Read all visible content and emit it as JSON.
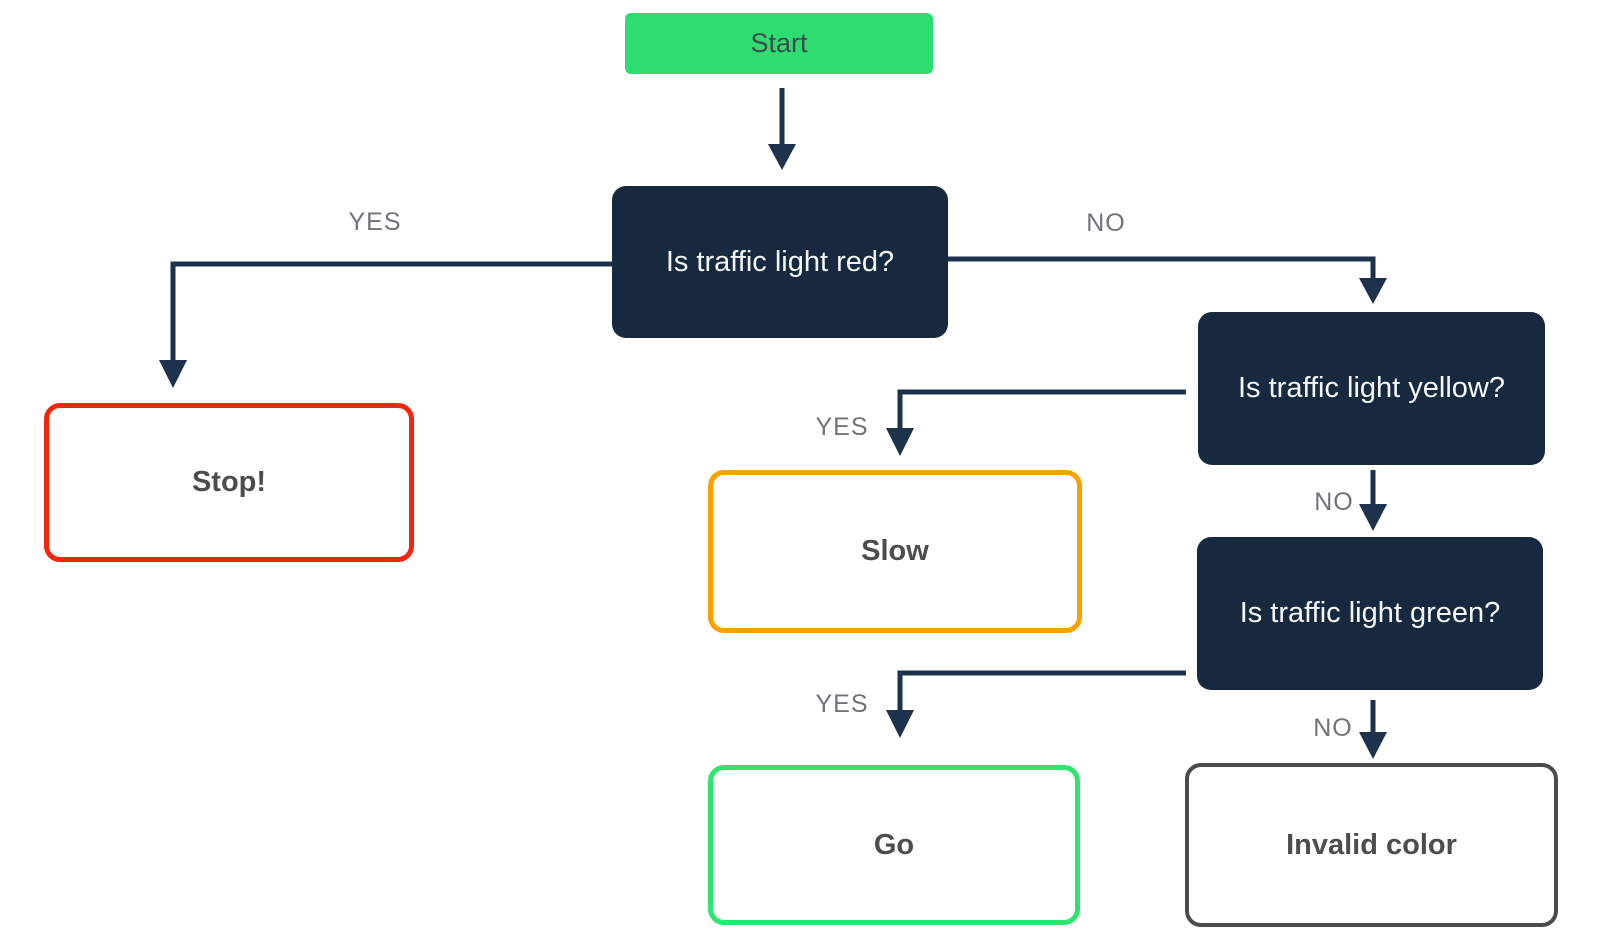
{
  "diagram": {
    "type": "flowchart",
    "nodes": {
      "start": {
        "label": "Start",
        "kind": "start"
      },
      "q_red": {
        "label": "Is traffic light red?",
        "kind": "decision"
      },
      "q_yellow": {
        "label": "Is traffic light yellow?",
        "kind": "decision"
      },
      "q_green": {
        "label": "Is traffic light green?",
        "kind": "decision"
      },
      "stop": {
        "label": "Stop!",
        "kind": "result"
      },
      "slow": {
        "label": "Slow",
        "kind": "result"
      },
      "go": {
        "label": "Go",
        "kind": "result"
      },
      "invalid": {
        "label": "Invalid color",
        "kind": "result"
      }
    },
    "edges": [
      {
        "from": "start",
        "to": "q_red",
        "label": ""
      },
      {
        "from": "q_red",
        "to": "stop",
        "label": "YES"
      },
      {
        "from": "q_red",
        "to": "q_yellow",
        "label": "NO"
      },
      {
        "from": "q_yellow",
        "to": "slow",
        "label": "YES"
      },
      {
        "from": "q_yellow",
        "to": "q_green",
        "label": "NO"
      },
      {
        "from": "q_green",
        "to": "go",
        "label": "YES"
      },
      {
        "from": "q_green",
        "to": "invalid",
        "label": "NO"
      }
    ],
    "colors": {
      "start_fill": "#2edd71",
      "start_text": "#3e4952",
      "question_fill": "#16293e",
      "question_text": "#f5f6f7",
      "stop_border": "#f4250e",
      "slow_border": "#f9a100",
      "go_border": "#2ee56e",
      "invalid_border": "#4b4b4b",
      "result_text": "#4d4d4d",
      "connector": "#1d334d",
      "edge_label_text": "#6e7479",
      "background": "#ffffff"
    }
  }
}
